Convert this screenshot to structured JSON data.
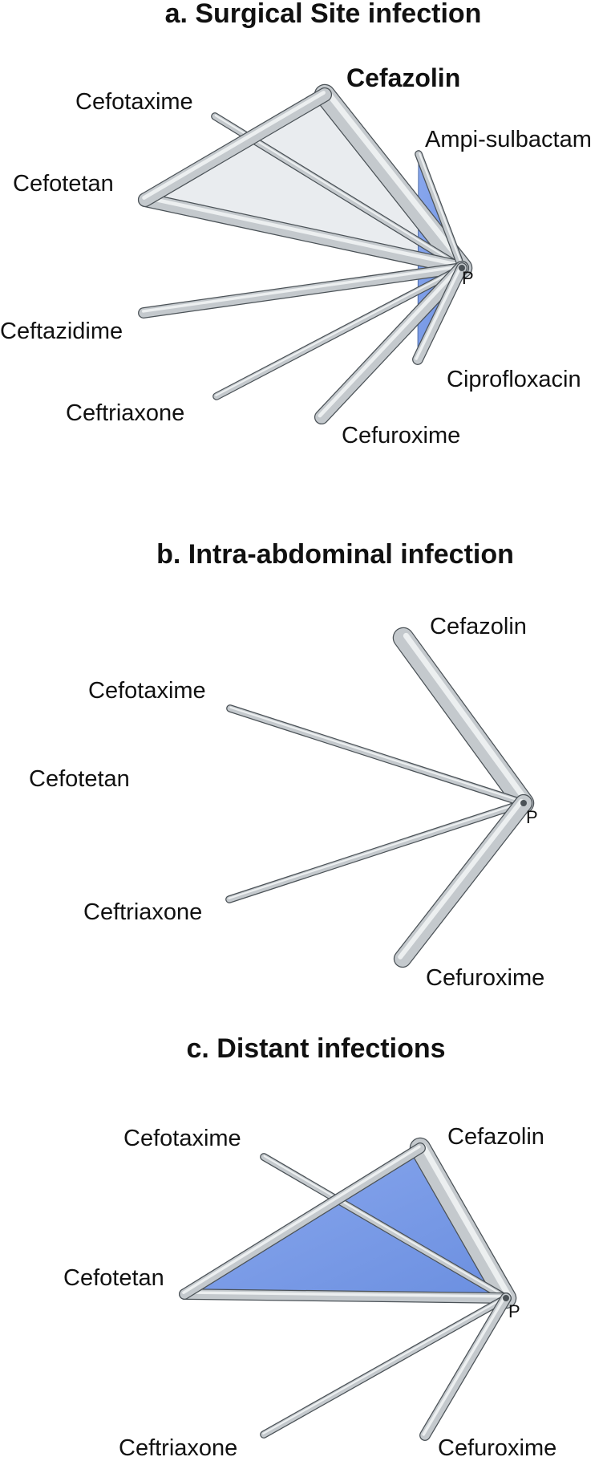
{
  "colors": {
    "background": "#ffffff",
    "edge_fill": "#c4c9cd",
    "edge_outline": "#4b5257",
    "edge_highlight": "#f4f6f7",
    "triangle_grey": "#e9ecef",
    "triangle_blue": "#7a9be8",
    "triangle_blue_dark": "#4f6ea8"
  },
  "panels": [
    {
      "title": "a. Surgical Site infection",
      "nodes": [
        {
          "id": "cefazolin",
          "label": "Cefazolin",
          "emphasis": true
        },
        {
          "id": "cefotaxime",
          "label": "Cefotaxime"
        },
        {
          "id": "cefotetan",
          "label": "Cefotetan"
        },
        {
          "id": "ampisulbactam",
          "label": "Ampi-sulbactam"
        },
        {
          "id": "ceftazidime",
          "label": "Ceftazidime"
        },
        {
          "id": "ciprofloxacin",
          "label": "Ciprofloxacin"
        },
        {
          "id": "ceftriaxone",
          "label": "Ceftriaxone"
        },
        {
          "id": "cefuroxime",
          "label": "Cefuroxime"
        },
        {
          "id": "p",
          "label": "P"
        }
      ],
      "edges": [
        {
          "from": "p",
          "to": "cefazolin",
          "weight": 5
        },
        {
          "from": "p",
          "to": "cefotaxime",
          "weight": 1
        },
        {
          "from": "p",
          "to": "cefotetan",
          "weight": 3
        },
        {
          "from": "p",
          "to": "ampisulbactam",
          "weight": 1
        },
        {
          "from": "p",
          "to": "ceftazidime",
          "weight": 2
        },
        {
          "from": "p",
          "to": "ceftriaxone",
          "weight": 1
        },
        {
          "from": "p",
          "to": "cefuroxime",
          "weight": 3
        },
        {
          "from": "p",
          "to": "ciprofloxacin",
          "weight": 2
        },
        {
          "from": "cefazolin",
          "to": "cefotetan",
          "weight": 3
        }
      ],
      "triangles": [
        {
          "nodes": [
            "p",
            "cefazolin",
            "cefotetan"
          ],
          "color": "grey"
        },
        {
          "nodes": [
            "p",
            "ampisulbactam",
            "ciprofloxacin"
          ],
          "color": "blue"
        }
      ]
    },
    {
      "title": "b. Intra-abdominal infection",
      "nodes": [
        {
          "id": "cefazolin",
          "label": "Cefazolin"
        },
        {
          "id": "cefotaxime",
          "label": "Cefotaxime"
        },
        {
          "id": "cefotetan",
          "label": "Cefotetan"
        },
        {
          "id": "ceftriaxone",
          "label": "Ceftriaxone"
        },
        {
          "id": "cefuroxime",
          "label": "Cefuroxime"
        },
        {
          "id": "p",
          "label": "P"
        }
      ],
      "edges": [
        {
          "from": "p",
          "to": "cefazolin",
          "weight": 5
        },
        {
          "from": "p",
          "to": "cefotaxime",
          "weight": 1
        },
        {
          "from": "p",
          "to": "ceftriaxone",
          "weight": 1
        },
        {
          "from": "p",
          "to": "cefuroxime",
          "weight": 4
        }
      ],
      "triangles": []
    },
    {
      "title": "c. Distant infections",
      "nodes": [
        {
          "id": "cefazolin",
          "label": "Cefazolin"
        },
        {
          "id": "cefotaxime",
          "label": "Cefotaxime"
        },
        {
          "id": "cefotetan",
          "label": "Cefotetan"
        },
        {
          "id": "ceftriaxone",
          "label": "Ceftriaxone"
        },
        {
          "id": "cefuroxime",
          "label": "Cefuroxime"
        },
        {
          "id": "p",
          "label": "P"
        }
      ],
      "edges": [
        {
          "from": "p",
          "to": "cefazolin",
          "weight": 5
        },
        {
          "from": "p",
          "to": "cefotaxime",
          "weight": 1
        },
        {
          "from": "p",
          "to": "cefotetan",
          "weight": 2
        },
        {
          "from": "p",
          "to": "ceftriaxone",
          "weight": 1
        },
        {
          "from": "p",
          "to": "cefuroxime",
          "weight": 2
        },
        {
          "from": "cefazolin",
          "to": "cefotetan",
          "weight": 2
        }
      ],
      "triangles": [
        {
          "nodes": [
            "p",
            "cefazolin",
            "cefotetan"
          ],
          "color": "blue"
        }
      ]
    }
  ]
}
